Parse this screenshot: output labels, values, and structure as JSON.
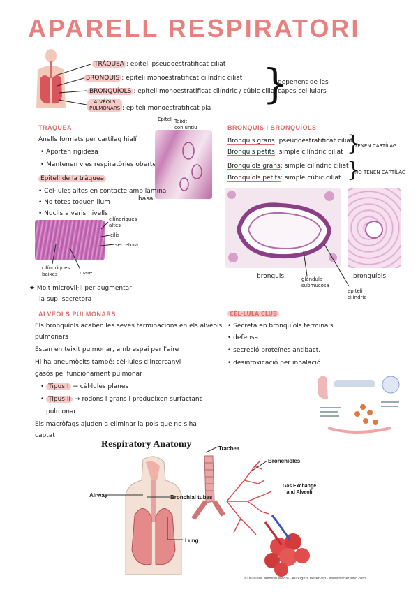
{
  "title": "APARELL RESPIRATORI",
  "top": {
    "items": [
      {
        "label": "TRÀQUEA",
        "text": ": epiteli pseudoestratificat ciliat"
      },
      {
        "label": "BRONQUIS",
        "text": ": epiteli monoestratificat cilíndric ciliat"
      },
      {
        "label": "BRONQUÍOLS",
        "text": ": epiteli monoestratificat cilíndric / cúbic ciliat"
      },
      {
        "label": "ALVÈOLS PULMONARS",
        "text": ": epiteli monoestratificat pla"
      }
    ],
    "note_line1": "depenent de les",
    "note_line2": "capes cel·lulars"
  },
  "traquea": {
    "heading": "TRÀQUEA",
    "lines": [
      "Anells formats per cartílag hialí",
      "• Aporten rigidesa",
      "• Mantenen vies respiratòries obertes"
    ],
    "epi_heading": "Epiteli de la tràquea",
    "epi_lines": [
      "• Cèl·lules altes en contacte amb làmina",
      "basal",
      "• No totes toquen llum",
      "• Nuclis a varis nivells"
    ],
    "img_labels": {
      "epiteli": "Epiteli",
      "teixit": "Teixit conjuntiu"
    },
    "micro_labels": [
      "cilíndriques altes",
      "cilis",
      "secretora",
      "cilíndriques baixes",
      "mare"
    ],
    "star_line1": "★ Molt microvil·li per augmentar",
    "star_line2": "la sup. secretora"
  },
  "bronquis": {
    "heading": "BRONQUIS I BRONQUÍOLS",
    "rows": [
      {
        "label": "Bronquis grans",
        "text": ": pseudoestratificat ciliat"
      },
      {
        "label": "Bronquis petits",
        "text": ": simple cilíndric ciliat"
      },
      {
        "label": "Bronquíols grans",
        "text": ": simple cilíndric ciliat"
      },
      {
        "label": "Bronquíols petits",
        "text": ": simple cúbic ciliat"
      }
    ],
    "brace1": "TENEN CARTÍLAG",
    "brace2": "NO TENEN CARTÍLAG",
    "img_labels": [
      "bronquis",
      "glàndula submucosa",
      "epiteli cilíndric",
      "bronquíols"
    ]
  },
  "alveols": {
    "heading": "ALVÈOLS PULMONARS",
    "lines": [
      "Els bronquíols acaben les seves terminacions en els alvèols",
      "pulmonars",
      "Estan en teixit pulmonar, amb espai per l'aire",
      "Hi ha pneumòcits també: cèl·lules d'intercanvi",
      "gasós pel funcionament pulmonar"
    ],
    "tipus1_label": "Tipus I",
    "tipus1_text": "→ cèl·lules planes",
    "tipus2_label": "Tipus II",
    "tipus2_text": "→ rodons i grans i produeixen surfactant",
    "tipus2_cont": "pulmonar",
    "macro_line1": "Els macròfags ajuden a eliminar la pols que no s'ha",
    "macro_line2": "captat"
  },
  "club": {
    "heading": "CÈL·LULA CLUB",
    "lines": [
      "• Secreta en bronquíols terminals",
      "• defensa",
      "• secreció proteïnes antibact.",
      "• desintoxicació per inhalació"
    ]
  },
  "anatomy": {
    "title": "Respiratory Anatomy",
    "labels": [
      "Trachea",
      "Bronchioles",
      "Airway",
      "Bronchial tubes",
      "Gas Exchange and Alveoli",
      "Lung"
    ],
    "footer": "© Nucleus Medical Media · All Rights Reserved · www.nucleusinc.com"
  },
  "colors": {
    "accent": "#e8807f",
    "highlight": "#f7c9c7",
    "tissue": "#c77fb7"
  }
}
